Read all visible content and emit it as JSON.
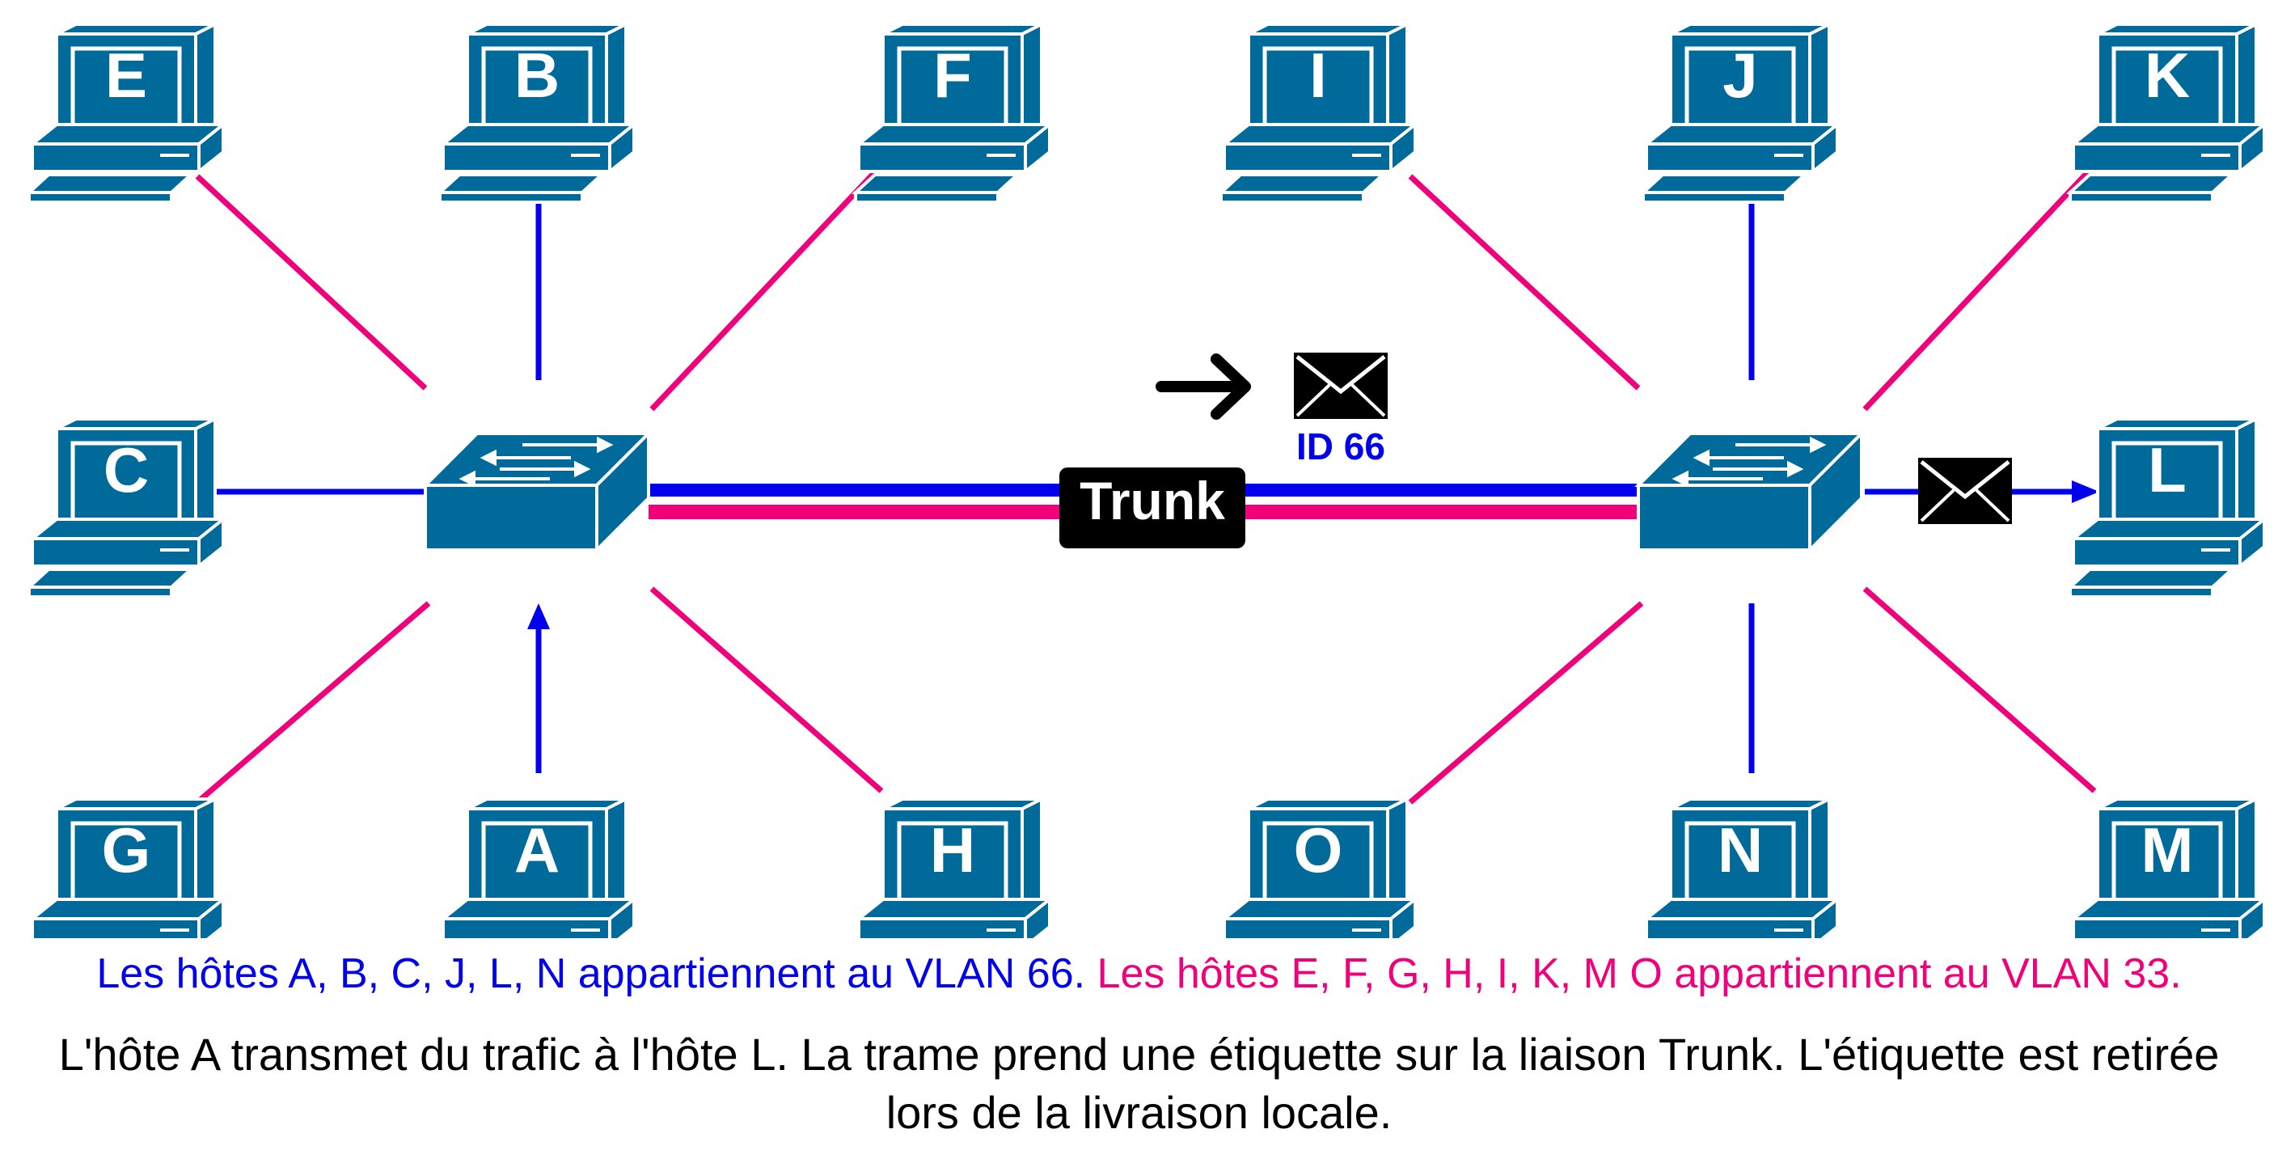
{
  "colors": {
    "vlan66": "#0000ee",
    "vlan33": "#f0007a",
    "device": "#006a9a",
    "black": "#000000"
  },
  "hosts": {
    "E": "E",
    "B": "B",
    "F": "F",
    "I": "I",
    "J": "J",
    "K": "K",
    "C": "C",
    "L": "L",
    "G": "G",
    "A": "A",
    "H": "H",
    "O": "O",
    "N": "N",
    "M": "M"
  },
  "icons": {
    "host": "desktop-computer-icon",
    "switch": "network-switch-icon",
    "frame": "envelope-icon",
    "direction": "arrow-right-icon"
  },
  "trunk": {
    "label": "Trunk"
  },
  "tag": {
    "label": "ID 66"
  },
  "legend": {
    "vlan66": "Les hôtes A, B, C, J, L, N appartiennent au VLAN 66.",
    "vlan33": "Les hôtes E, F, G, H, I, K, M O appartiennent au VLAN 33."
  },
  "caption": {
    "line1": "L'hôte A transmet du trafic à l'hôte L. La trame prend une étiquette sur la liaison Trunk. L'étiquette est retirée",
    "line2": "lors de la livraison locale."
  }
}
